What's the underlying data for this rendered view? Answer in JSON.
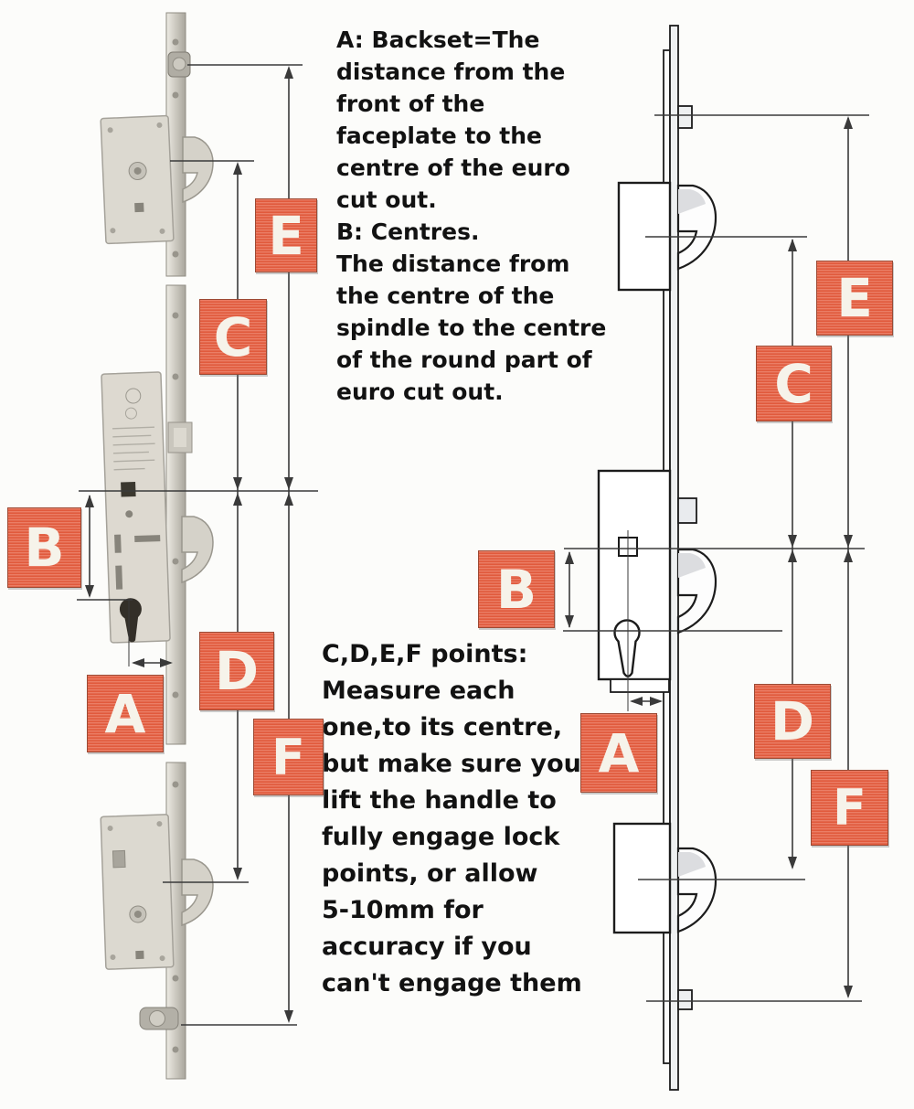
{
  "colors": {
    "label_background": "#e55a3b",
    "label_letter": "#f6f3ea",
    "dimension_line": "#3a3a3a",
    "drawing_outline": "#1c1c1c",
    "note_text": "#121212",
    "page_background": "#fcfcfa"
  },
  "notes": {
    "backset_lines": [
      "A: Backset=The",
      "distance from the",
      "front of the",
      "faceplate to the",
      "centre of the euro",
      "cut out.",
      "B: Centres.",
      "The distance from",
      "the centre of the",
      "spindle to the centre",
      "of the round part of",
      "euro cut out."
    ],
    "points_lines": [
      "C,D,E,F points:",
      "Measure each",
      "one,to its centre,",
      "but make sure you",
      "lift the handle to",
      "fully engage lock",
      "points, or allow",
      "5-10mm for",
      "accuracy if you",
      "can't engage them"
    ]
  },
  "markers": {
    "left": {
      "e": "E",
      "c": "C",
      "b": "B",
      "a": "A",
      "d": "D",
      "f": "F"
    },
    "right": {
      "e": "E",
      "c": "C",
      "b": "B",
      "a": "A",
      "d": "D",
      "f": "F"
    }
  }
}
